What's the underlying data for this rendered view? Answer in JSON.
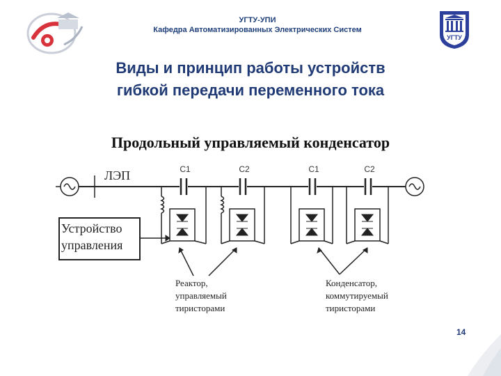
{
  "header": {
    "org": "УГТУ-УПИ",
    "department": "Кафедра Автоматизированных Электрических Систем"
  },
  "title": {
    "line1": "Виды и принцип работы устройств",
    "line2": "гибкой передачи переменного тока"
  },
  "subtitle": "Продольный управляемый конденсатор",
  "diagram": {
    "line_label": "ЛЭП",
    "capacitor_labels": [
      "C1",
      "C2",
      "C1",
      "C2"
    ],
    "control_device": [
      "Устройство",
      "управления"
    ],
    "reactor_note": [
      "Реактор,",
      "управляемый",
      "тиристорами"
    ],
    "capacitor_note": [
      "Конденсатор,",
      "коммутируемый",
      "тиристорами"
    ]
  },
  "right_logo_text": "УГТУ",
  "page_number": "14",
  "colors": {
    "accent": "#203a75",
    "logo_red": "#d8323c",
    "logo_blue": "#2b3f9b"
  }
}
